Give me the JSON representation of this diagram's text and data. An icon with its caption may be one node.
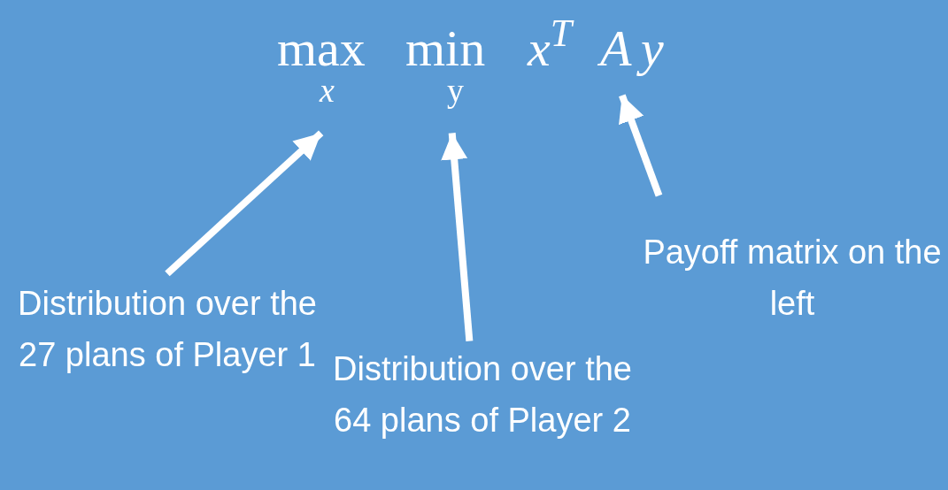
{
  "diagram": {
    "nodes": [
      {
        "text": [
          "x"
        ]
      },
      {
        "text": [
          "y"
        ]
      },
      {
        "text": [
          "A"
        ]
      },
      {
        "text": [
          "Distribution over the 27 plans of Player 1"
        ]
      },
      {
        "text": [
          "Distribution over the 64 plans of Player 2"
        ]
      },
      {
        "text": [
          "Payoff matrix on the left"
        ]
      }
    ],
    "edges": [
      {
        "from": 3,
        "to": 0,
        "arrow": "to"
      },
      {
        "from": 4,
        "to": 1,
        "arrow": "to"
      },
      {
        "from": 5,
        "to": 2,
        "arrow": "to"
      }
    ],
    "labels": [
      "max",
      "min",
      "x$^{T}$",
      "y"
    ]
  }
}
